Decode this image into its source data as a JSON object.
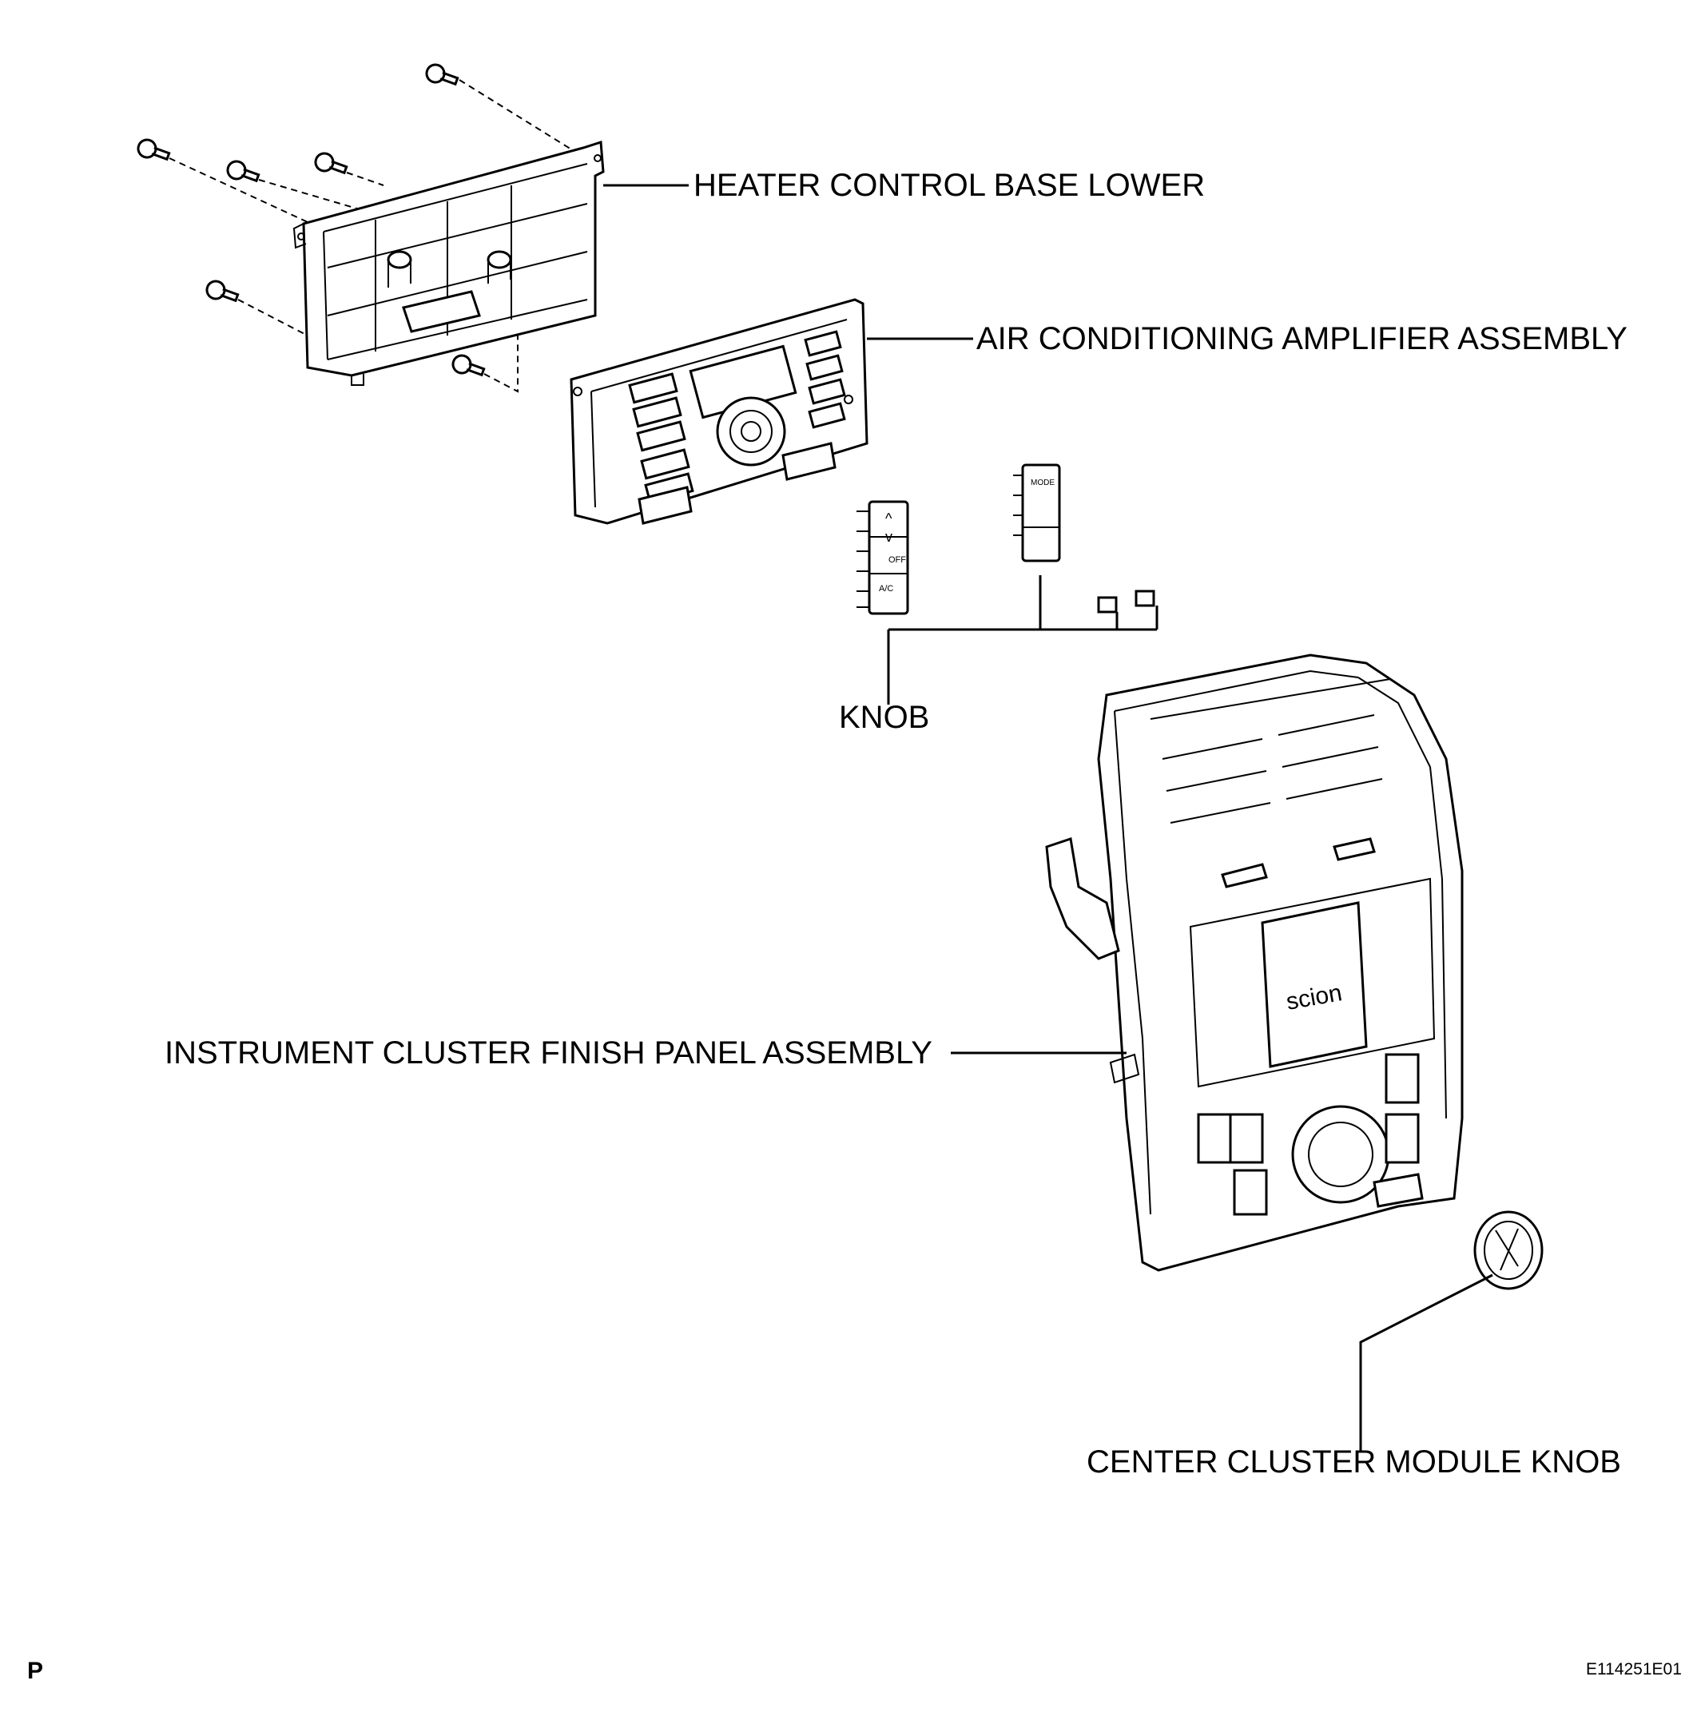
{
  "labels": {
    "heater_control_base_lower": "HEATER CONTROL BASE LOWER",
    "air_conditioning_amplifier_assembly": "AIR CONDITIONING AMPLIFIER ASSEMBLY",
    "knob": "KNOB",
    "instrument_cluster_finish_panel_assembly": "INSTRUMENT CLUSTER FINISH PANEL ASSEMBLY",
    "center_cluster_module_knob": "CENTER CLUSTER MODULE KNOB"
  },
  "panel_branding": "scion",
  "button_marks": {
    "up": "^",
    "down": "v",
    "off": "OFF",
    "ac": "A/C",
    "mode": "MODE"
  },
  "footer": {
    "corner_mark": "P",
    "figure_code": "E114251E01"
  }
}
